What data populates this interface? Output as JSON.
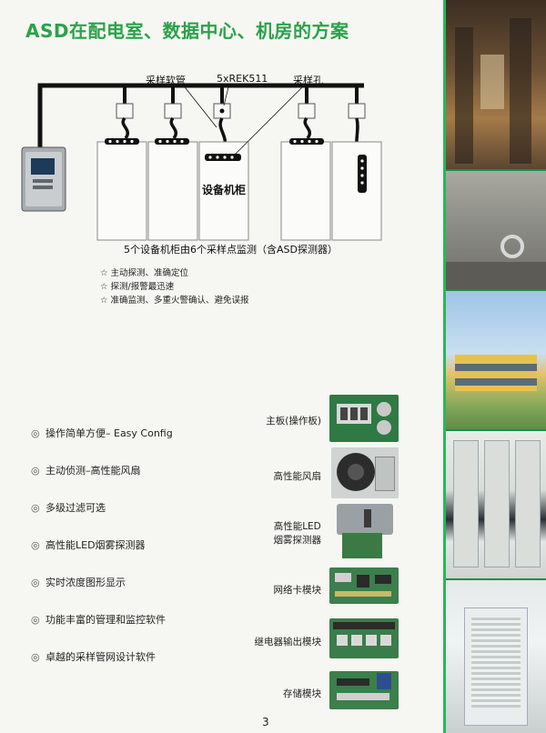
{
  "title": "ASD在配电室、数据中心、机房的方案",
  "diagram": {
    "label_hose": "采样软管",
    "label_rek": "5xREK511",
    "label_hole": "采样孔",
    "label_cabinet": "设备机柜",
    "caption": "5个设备机柜由6个采样点监测（含ASD探测器）"
  },
  "notes": [
    "☆ 主动探测、准确定位",
    "☆ 探测/报警最迅速",
    "☆ 准确监测、多重火警确认、避免误报"
  ],
  "features": [
    "操作简单方便– Easy Config",
    "主动侦测–高性能风扇",
    "多级过滤可选",
    "高性能LED烟雾探测器",
    "实时浓度图形显示",
    "功能丰富的管理和监控软件",
    "卓越的采样管网设计软件"
  ],
  "feature_marker": "◎",
  "modules": [
    "主板(操作板)",
    "高性能风扇",
    "高性能LED\n烟雾探测器",
    "网络卡模块",
    "继电器输出模块",
    "存储模块"
  ],
  "page_number": "3",
  "colors": {
    "title": "#2aa24a",
    "strip": "#1a8f47"
  }
}
